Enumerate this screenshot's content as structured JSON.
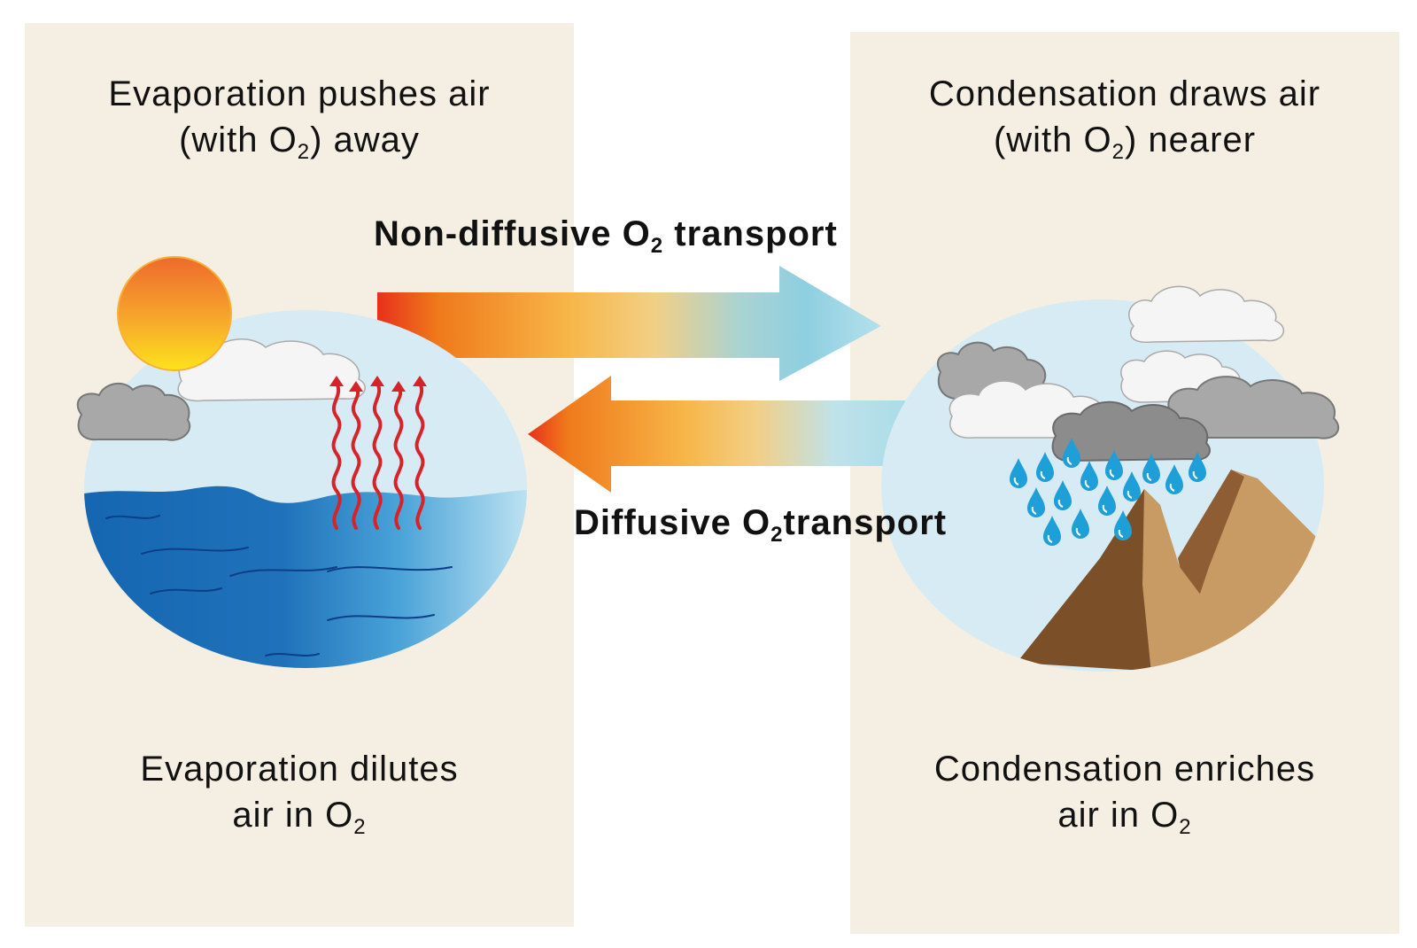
{
  "left_panel": {
    "top_caption": {
      "line1": "Evaporation pushes air",
      "line2_pre": "(with O",
      "line2_sub": "2",
      "line2_post": ") away"
    },
    "bottom_caption": {
      "line1": "Evaporation dilutes",
      "line2_pre": "air in O",
      "line2_sub": "2"
    }
  },
  "right_panel": {
    "top_caption": {
      "line1": "Condensation draws air",
      "line2_pre": "(with O",
      "line2_sub": "2",
      "line2_post": ") nearer"
    },
    "bottom_caption": {
      "line1": "Condensation enriches",
      "line2_pre": "air in O",
      "line2_sub": "2"
    }
  },
  "arrows": {
    "non_diffusive": {
      "pre": "Non-diffusive O",
      "sub": "2",
      "post": " transport"
    },
    "diffusive": {
      "pre": "Diffusive O",
      "sub": "2",
      "post": "transport"
    }
  },
  "colors": {
    "panel_bg": "#f5efe3",
    "sky": "#d6ebf4",
    "ocean_dark": "#1565b0",
    "ocean_light": "#bfe3f2",
    "heat_waves": "#d6232a",
    "rain": "#1e9fd8",
    "mountain_dark": "#7b4f28",
    "mountain_light": "#c99b64",
    "arrow_warm": "#e8301c",
    "arrow_cool": "#a9dbe8"
  },
  "icons": [
    "sun-icon",
    "cloud-icon",
    "rain-drop-icon",
    "heat-wave-icon",
    "mountain-icon",
    "ocean-icon"
  ]
}
